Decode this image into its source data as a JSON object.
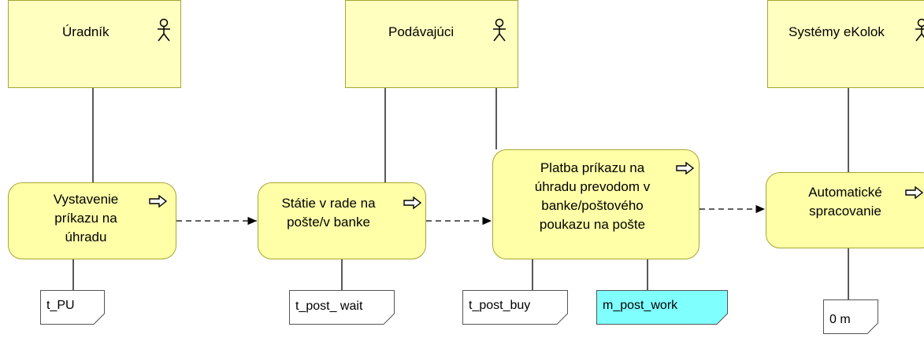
{
  "roles": [
    {
      "id": "uradnik",
      "label": "Úradník"
    },
    {
      "id": "podavajuci",
      "label": "Podávajúci"
    },
    {
      "id": "systemy",
      "label": "Systémy eKolok"
    }
  ],
  "activities": [
    {
      "id": "vystavenie",
      "lines": [
        "Vystavenie",
        "príkazu na",
        "úhradu"
      ]
    },
    {
      "id": "statie",
      "lines": [
        "Státie v rade na",
        "pošte/v banke"
      ]
    },
    {
      "id": "platba",
      "lines": [
        "Platba príkazu na",
        "úhradu prevodom v",
        "banke/poštového",
        "poukazu na pošte"
      ]
    },
    {
      "id": "automaticke",
      "lines": [
        "Automatické",
        "spracovanie"
      ]
    }
  ],
  "notes": [
    {
      "id": "t_pu",
      "label": "t_PU",
      "color": "#ffffff"
    },
    {
      "id": "t_post_wait",
      "label": "t_post_ wait",
      "color": "#ffffff"
    },
    {
      "id": "t_post_buy",
      "label": "t_post_buy",
      "color": "#ffffff"
    },
    {
      "id": "m_post_work",
      "label": "m_post_work",
      "color": "#80ffff"
    },
    {
      "id": "zero_m",
      "label": "0 m",
      "color": "#ffffff"
    }
  ],
  "icons": {
    "role": "actor-icon",
    "activity": "process-arrow-icon"
  },
  "colors": {
    "role_fill": "#ffffc0",
    "activity_fill": "#ffffa8",
    "border": "#a6a634"
  }
}
